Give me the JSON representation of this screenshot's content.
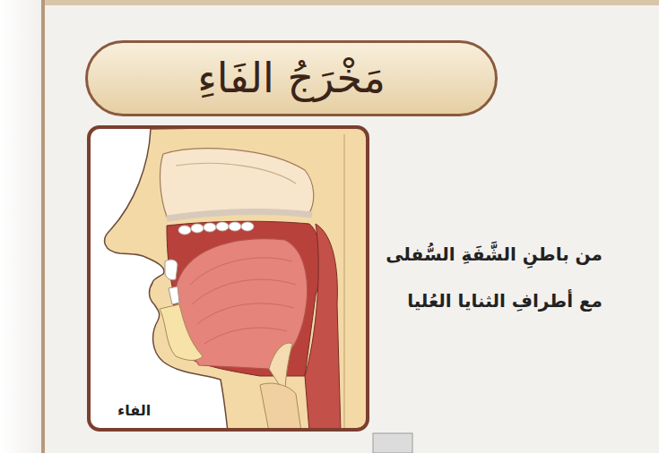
{
  "diagram": {
    "nodes": [
      {
        "text": [
          "مَخْرَجُ الفَاءِ"
        ]
      },
      {
        "text": [
          "الفاء"
        ]
      }
    ],
    "labels": [
      "من باطنِ الشَّفَةِ السُّفلى مع أطرافِ الثنايا العُليا"
    ]
  }
}
